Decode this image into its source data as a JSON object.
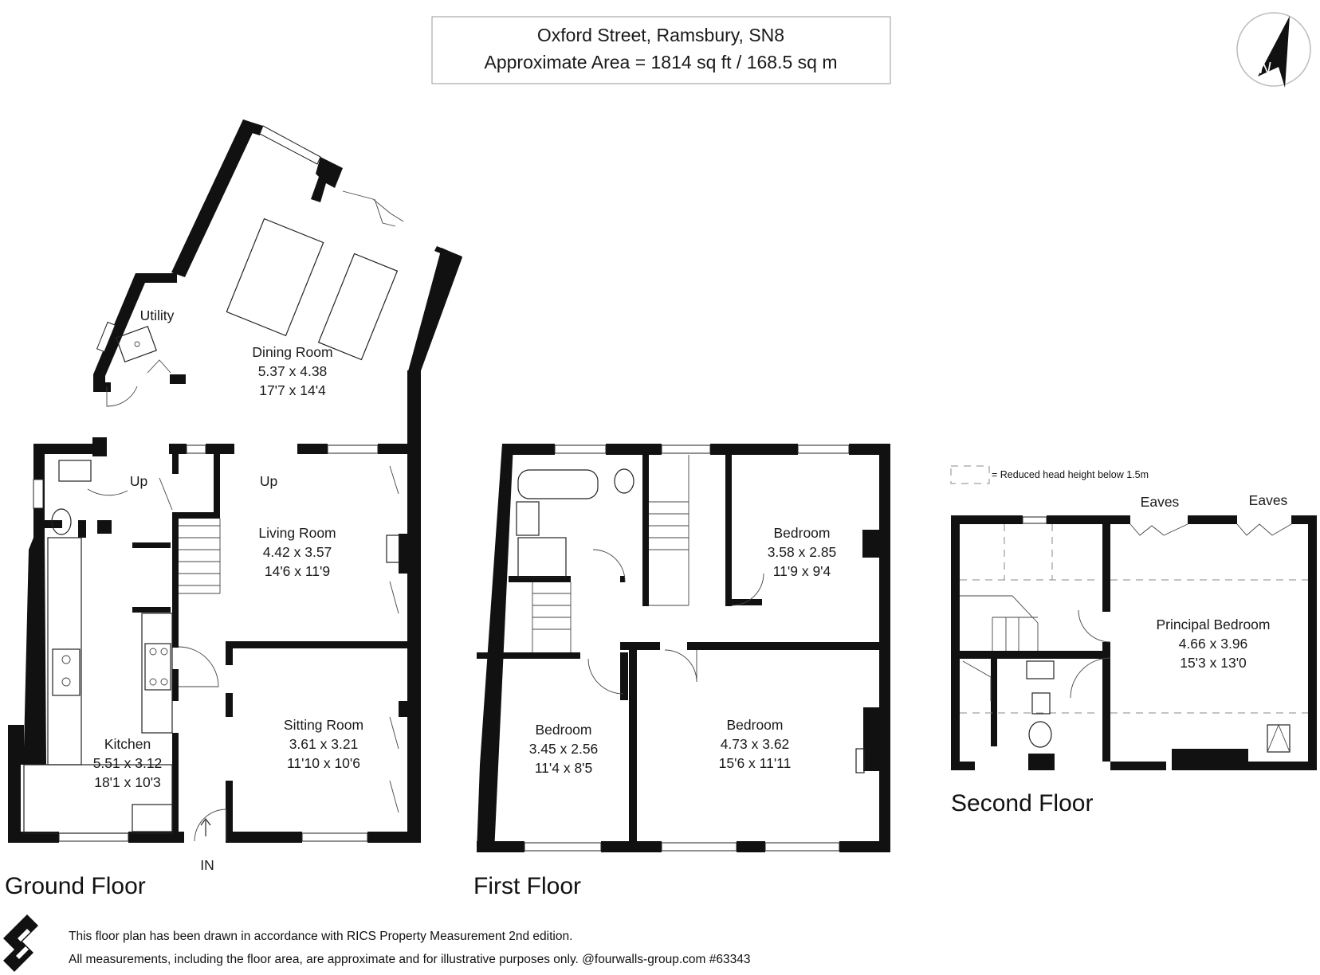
{
  "header": {
    "address": "Oxford Street, Ramsbury, SN8",
    "area": "Approximate Area = 1814 sq ft / 168.5 sq m"
  },
  "compass": {
    "icon": "north-arrow-icon",
    "letter": "N"
  },
  "legend": {
    "text": "= Reduced head height below 1.5m"
  },
  "floors": {
    "ground": "Ground Floor",
    "first": "First Floor",
    "second": "Second Floor"
  },
  "rooms": {
    "utility": {
      "name": "Utility"
    },
    "dining": {
      "name": "Dining Room",
      "metric": "5.37 x 4.38",
      "imperial": "17'7 x 14'4"
    },
    "living": {
      "name": "Living Room",
      "metric": "4.42 x 3.57",
      "imperial": "14'6 x 11'9"
    },
    "kitchen": {
      "name": "Kitchen",
      "metric": "5.51 x 3.12",
      "imperial": "18'1 x 10'3"
    },
    "sitting": {
      "name": "Sitting Room",
      "metric": "3.61 x 3.21",
      "imperial": "11'10 x 10'6"
    },
    "bedroom_ff_topright": {
      "name": "Bedroom",
      "metric": "3.58 x 2.85",
      "imperial": "11'9 x 9'4"
    },
    "bedroom_ff_left": {
      "name": "Bedroom",
      "metric": "3.45 x 2.56",
      "imperial": "11'4 x 8'5"
    },
    "bedroom_ff_right": {
      "name": "Bedroom",
      "metric": "4.73 x 3.62",
      "imperial": "15'6 x 11'11"
    },
    "principal": {
      "name": "Principal Bedroom",
      "metric": "4.66 x 3.96",
      "imperial": "15'3 x 13'0"
    }
  },
  "labels": {
    "up_left": "Up",
    "up_right": "Up",
    "entrance": "IN",
    "eaves_left": "Eaves",
    "eaves_right": "Eaves"
  },
  "footer": {
    "logo_icon": "fourwalls-logo-icon",
    "line1": "This floor plan has been drawn in accordance with RICS Property Measurement 2nd edition.",
    "line2": "All measurements, including the floor area, are approximate and for illustrative purposes only. @fourwalls-group.com #63343"
  }
}
